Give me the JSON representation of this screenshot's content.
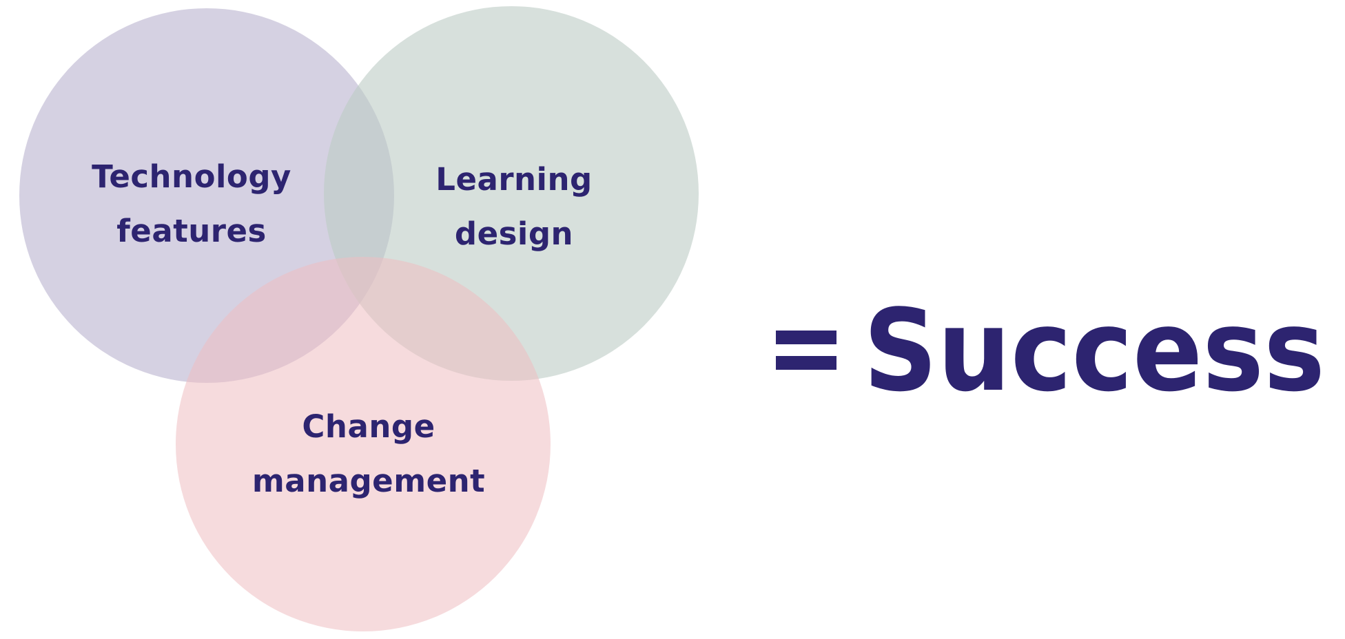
{
  "colors": {
    "text": "#2d2470",
    "circle_technology": "#b9b2cf",
    "circle_learning": "#bccbc5",
    "circle_change": "#efbdc1",
    "background": "#ffffff"
  },
  "diagram": {
    "circles": [
      {
        "id": "technology",
        "lines": [
          "Technology",
          "features"
        ]
      },
      {
        "id": "learning",
        "lines": [
          "Learning",
          "design"
        ]
      },
      {
        "id": "change",
        "lines": [
          "Change",
          "management"
        ]
      }
    ]
  },
  "result": {
    "text": "Success"
  }
}
